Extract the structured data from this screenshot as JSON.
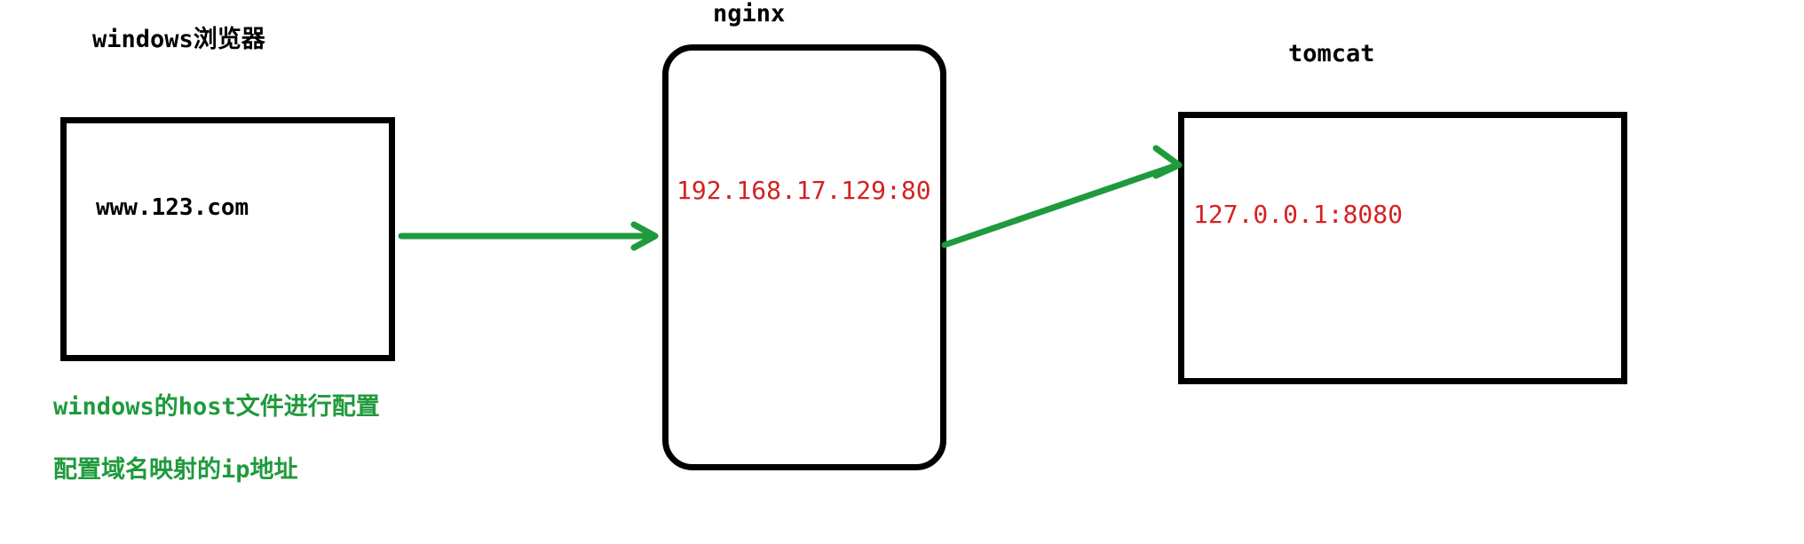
{
  "browser": {
    "title": "windows浏览器",
    "domain": "www.123.com",
    "note_line1": "windows的host文件进行配置",
    "note_line2": "配置域名映射的ip地址"
  },
  "nginx": {
    "title": "nginx",
    "address": "192.168.17.129:80"
  },
  "tomcat": {
    "title": "tomcat",
    "address": "127.0.0.1:8080"
  },
  "colors": {
    "arrow": "#1f9a3c",
    "address_text": "#d32222",
    "note_text": "#1f9a3c",
    "box_border": "#000000"
  }
}
